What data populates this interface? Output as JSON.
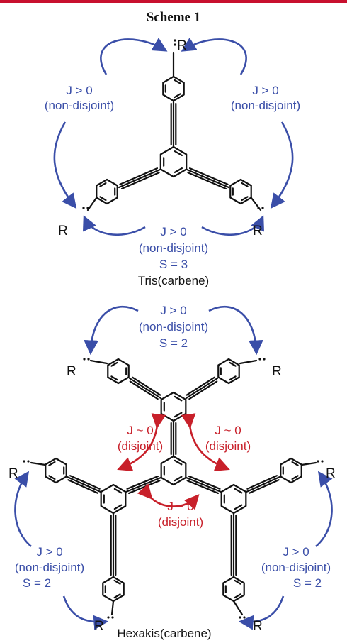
{
  "scheme_title": "Scheme 1",
  "labels": {
    "J_pos": "J > 0",
    "J_zero": "J ~ 0",
    "non_disjoint": "(non-disjoint)",
    "disjoint": "(disjoint)",
    "S3": "S = 3",
    "S2": "S = 2",
    "R": "R"
  },
  "captions": {
    "tris": "Tris(carbene)",
    "hexakis": "Hexakis(carbene)"
  },
  "colors": {
    "ferromagnetic": "#3a4ea8",
    "disjoint": "#c8202a",
    "bond": "#111111"
  }
}
